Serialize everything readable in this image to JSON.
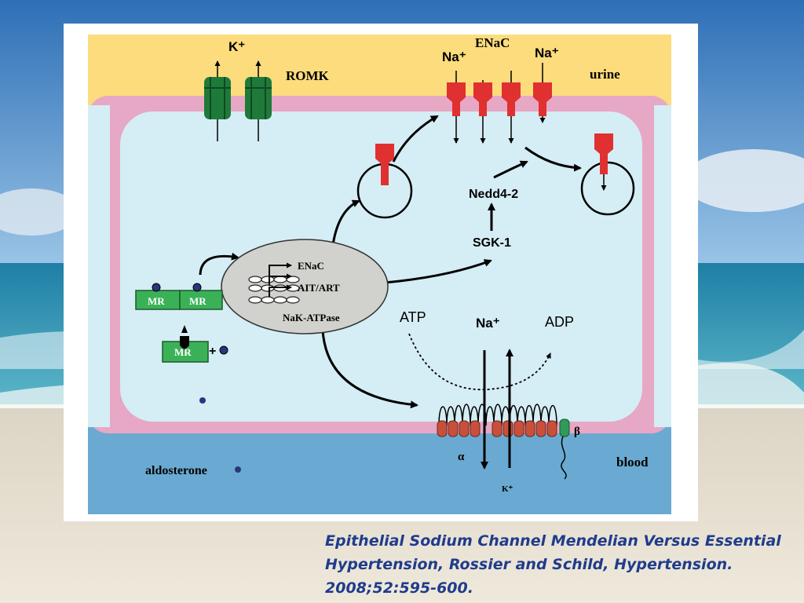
{
  "diagram": {
    "labels": {
      "k_top": "K⁺",
      "romk": "ROMK",
      "enac_top": "ENaC",
      "na_left": "Na⁺",
      "na_right": "Na⁺",
      "urine": "urine",
      "nedd4": "Nedd4-2",
      "sgk1": "SGK-1",
      "nucleus_enac": "ENaC",
      "nucleus_ait": "AIT/ART",
      "nucleus_nak": "NaK-ATPase",
      "mr_1": "MR",
      "mr_2": "MR",
      "mr_3": "MR",
      "plus": "+",
      "atp": "ATP",
      "na_pump": "Na⁺",
      "adp": "ADP",
      "alpha": "α",
      "beta": "β",
      "k_bottom": "K⁺",
      "blood": "blood",
      "aldosterone": "aldosterone"
    },
    "colors": {
      "urine": "#fcdc7c",
      "membrane": "#e6a8c4",
      "cytoplasm": "#d5edf4",
      "blood": "#6aaad2",
      "romk": "#1f7a3a",
      "enac": "#e03030",
      "mr": "#3bb157",
      "nucleus": "#d1d1cd",
      "pump": "#c8503a"
    }
  },
  "caption": {
    "line1": "Epithelial Sodium Channel Mendelian Versus Essential",
    "line2": "Hypertension, Rossier and Schild, Hypertension.",
    "line3": "2008;52:595-600."
  }
}
